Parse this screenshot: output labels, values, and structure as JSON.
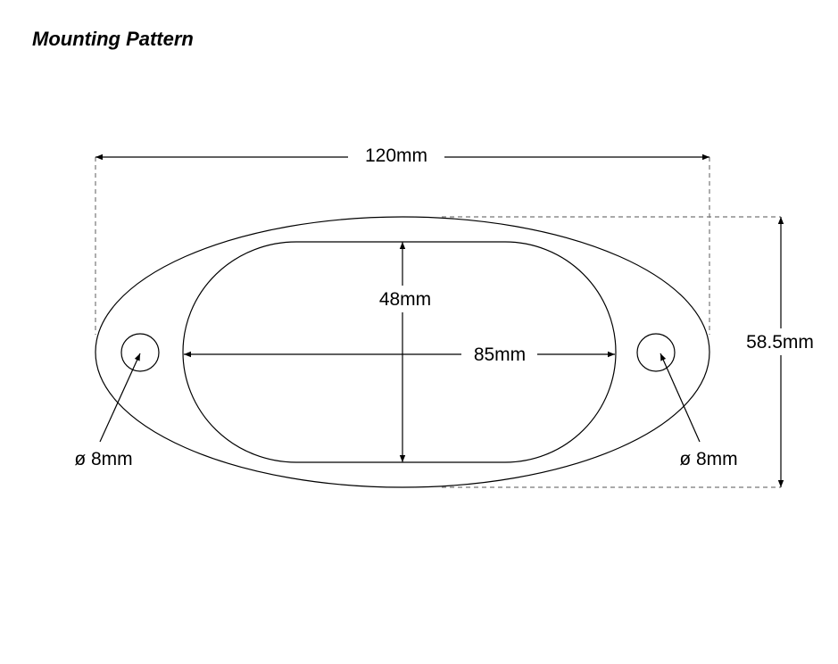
{
  "title": "Mounting Pattern",
  "dimensions": {
    "overall_width": "120mm",
    "overall_height": "58.5mm",
    "cutout_width": "85mm",
    "cutout_height": "48mm",
    "hole_left": "ø 8mm",
    "hole_right": "ø 8mm"
  }
}
